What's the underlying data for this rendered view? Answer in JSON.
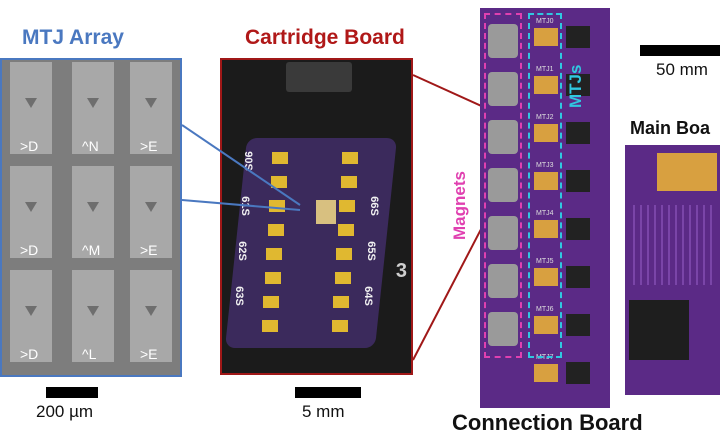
{
  "labels": {
    "mtj_array_title": "MTJ Array",
    "cartridge_title": "Cartridge Board",
    "main_board_title": "Main Boa",
    "connection_board_title": "Connection Board",
    "magnets_label": "Magnets",
    "mtjs_label": "MTJs"
  },
  "scale_bars": {
    "mtj_array": "200 µm",
    "cartridge": "5 mm",
    "overview": "50 mm"
  },
  "mtj_cell_tags": [
    ">D",
    "^N",
    ">E",
    ">D",
    "^M",
    ">E",
    ">D",
    "^L",
    ">E"
  ],
  "cartridge_pad_labels": {
    "left": [
      "90S",
      "61S",
      "62S",
      "63S"
    ],
    "right": [
      "66S",
      "65S",
      "64S"
    ]
  },
  "cartridge_corner_number": "3",
  "connection_mtj_labels": [
    "MTJ0",
    "MTJ1",
    "MTJ2",
    "MTJ3",
    "MTJ4",
    "MTJ5",
    "MTJ6",
    "MTJ7"
  ],
  "colors": {
    "mtj_accent": "#4a78c0",
    "cartridge_accent": "#b01818",
    "magnets_accent": "#e040b0",
    "mtjs_accent": "#30c8e0",
    "board_purple": "#5b2a86",
    "pad_gold": "#e0b830"
  }
}
